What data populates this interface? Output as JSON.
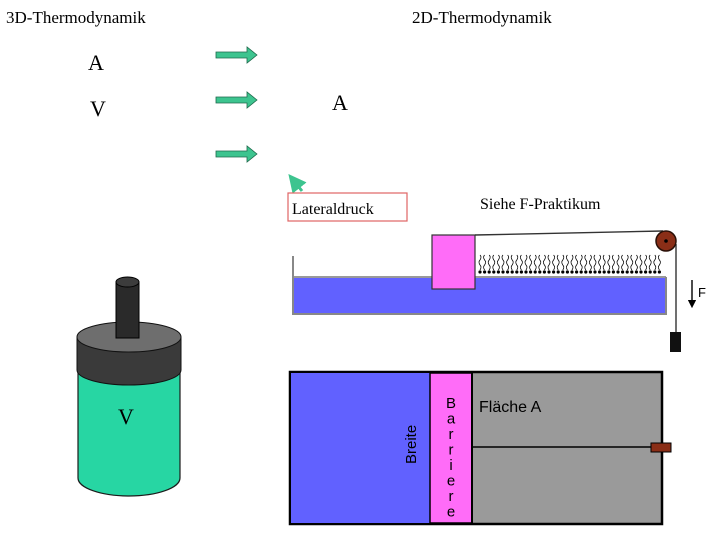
{
  "header": {
    "left_title": "3D-Thermodynamik",
    "right_title": "2D-Thermodynamik"
  },
  "mapping": {
    "var_3d_1": "A",
    "var_3d_2": "V",
    "var_2d_1": "A"
  },
  "labels": {
    "lateral_pressure": "Lateraldruck",
    "reference": "Siehe F-Praktikum",
    "force": "F",
    "width": "Breite",
    "barrier": [
      "B",
      "a",
      "r",
      "r",
      "i",
      "e",
      "r",
      "e"
    ],
    "area": "Fläche A",
    "cylinder_volume": "V"
  },
  "colors": {
    "arrow": "#3dc48f",
    "water": "#6161ff",
    "barrier": "#ff6cf8",
    "cylinder_body": "#27d6a3",
    "cylinder_cap": "#444444",
    "piston_rod": "#2a2a2a",
    "pulley": "#8a2e17",
    "trough_surface": "#999999",
    "label_box_border": "#e06464"
  }
}
